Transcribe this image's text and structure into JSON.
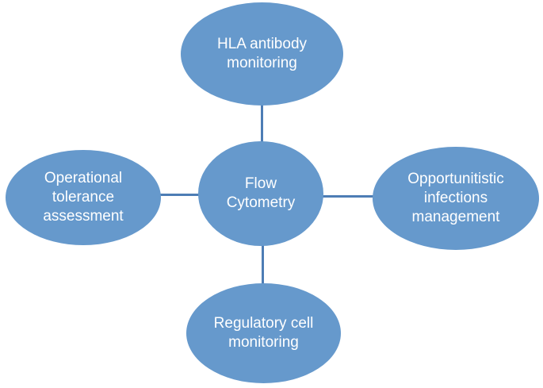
{
  "diagram": {
    "center": {
      "label": "Flow\nCytometry"
    },
    "nodes": [
      {
        "id": "hla-antibody-monitoring",
        "label": "HLA antibody\nmonitoring"
      },
      {
        "id": "operational-tolerance-assessment",
        "label": "Operational\ntolerance\nassessment"
      },
      {
        "id": "opportunitistic-infections-management",
        "label": "Opportunitistic\ninfections\nmanagement"
      },
      {
        "id": "regulatory-cell-monitoring",
        "label": "Regulatory cell\nmonitoring"
      }
    ],
    "colors": {
      "node_fill": "#6699CC",
      "connector": "#4D7DB5",
      "text": "#FFFFFF",
      "background": "#FFFFFF"
    }
  }
}
